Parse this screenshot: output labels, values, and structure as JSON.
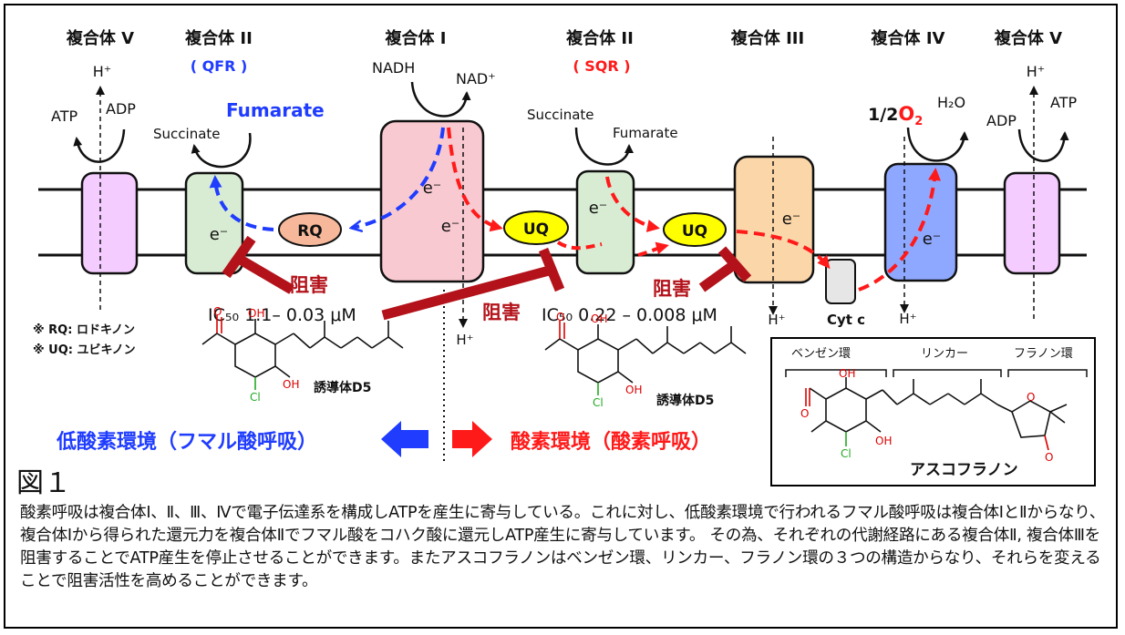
{
  "complexes": {
    "v_left": "複合体 V",
    "ii_left": "複合体 II",
    "ii_left_sub": "( QFR )",
    "i": "複合体 I",
    "ii_right": "複合体 II",
    "ii_right_sub": "( SQR )",
    "iii": "複合体 III",
    "iv": "複合体 IV",
    "v_right": "複合体 V"
  },
  "molecules": {
    "h_plus": "H⁺",
    "atp": "ATP",
    "adp": "ADP",
    "nadh": "NADH",
    "nad_plus": "NAD⁺",
    "succinate": "Succinate",
    "fumarate_blue": "Fumarate",
    "fumarate": "Fumarate",
    "half_o2_prefix": "1/2",
    "o2": "O",
    "o2_sub": "2",
    "h2o": "H₂O",
    "electron": "e⁻",
    "rq": "RQ",
    "uq": "UQ",
    "cyt_c": "Cyt c"
  },
  "inhibition": {
    "label": "阻害",
    "ic50_left": "IC₅₀ 1.1– 0.03 μM",
    "ic50_right": "IC₅₀ 0.22 – 0.008 μM",
    "derivative": "誘導体D5"
  },
  "notes": {
    "rq": "※ RQ: ロドキノン",
    "uq": "※ UQ: ユビキノン"
  },
  "environments": {
    "hypoxic": "低酸素環境（フマル酸呼吸）",
    "aerobic": "酸素環境（酸素呼吸）"
  },
  "structure": {
    "benzene": "ベンゼン環",
    "linker": "リンカー",
    "furanone": "フラノン環",
    "name": "アスコフラノン",
    "oh": "OH",
    "cl": "Cl",
    "o": "O"
  },
  "figure_label": "図１",
  "caption": "酸素呼吸は複合体Ⅰ、Ⅱ、Ⅲ、Ⅳで電子伝達系を構成しATPを産生に寄与している。これに対し、低酸素環境で行われるフマル酸呼吸は複合体ⅠとⅡからなり、複合体Ⅰから得られた還元力を複合体Ⅱでフマル酸をコハク酸に還元しATP産生に寄与しています。 その為、それぞれの代謝経路にある複合体Ⅱ, 複合体Ⅲを阻害することでATP産生を停止させることができます。またアスコフラノンはベンゼン環、リンカー、フラノン環の３つの構造からなり、それらを変えることで阻害活性を高めることができます。",
  "colors": {
    "blue": "#1f3cff",
    "red": "#ff1a1a",
    "dark_red": "#b3121a",
    "complex_v": "#f5ccff",
    "complex_ii": "#d8ecd3",
    "complex_i": "#f8c9d0",
    "complex_iii": "#fbd6a8",
    "complex_iv": "#8fa8ff",
    "rq_fill": "#f6b79a",
    "uq_fill": "#ffff00"
  }
}
